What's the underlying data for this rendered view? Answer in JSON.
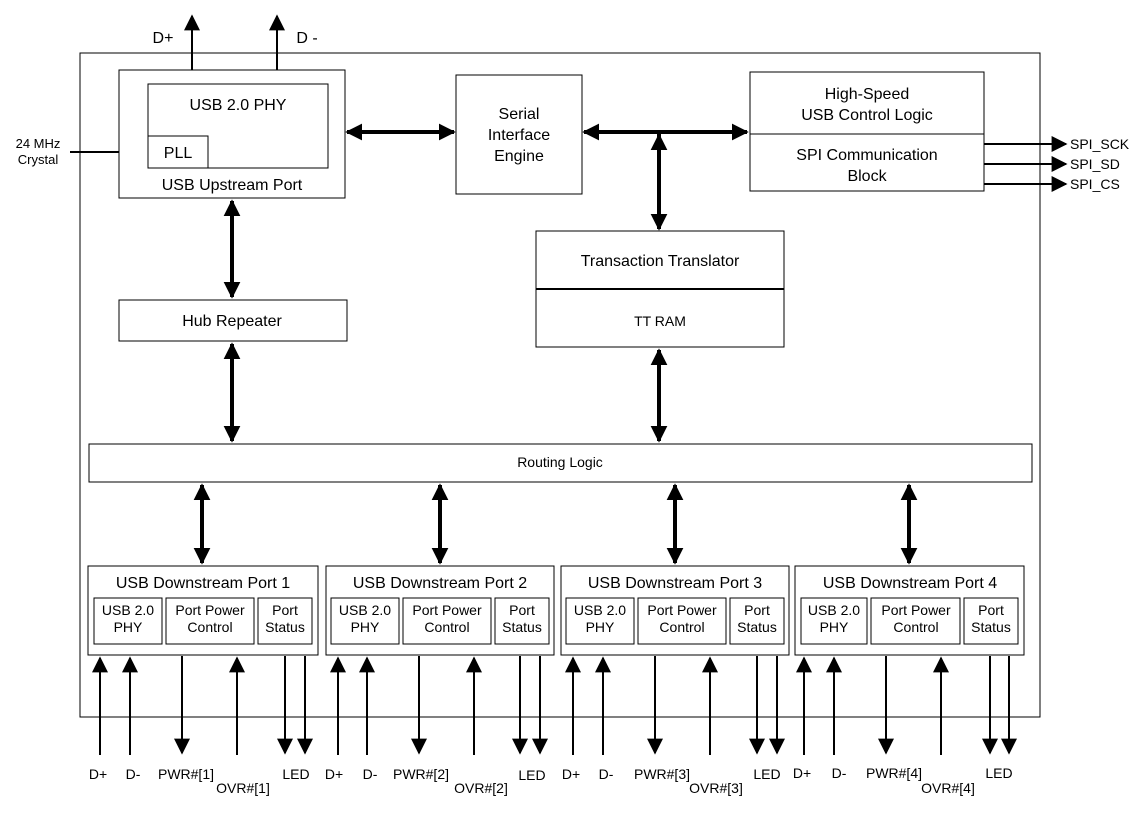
{
  "external": {
    "dplus": "D+",
    "dminus": "D -",
    "crystal_line1": "24 MHz",
    "crystal_line2": "Crystal"
  },
  "upstream": {
    "phy": "USB 2.0 PHY",
    "pll": "PLL",
    "port_label": "USB Upstream Port"
  },
  "sie": {
    "line1": "Serial",
    "line2": "Interface",
    "line3": "Engine"
  },
  "control": {
    "hs_line1": "High-Speed",
    "hs_line2": "USB Control Logic",
    "spi_line1": "SPI Communication",
    "spi_line2": "Block"
  },
  "spi_signals": [
    "SPI_SCK",
    "SPI_SD",
    "SPI_CS"
  ],
  "tt": {
    "title": "Transaction Translator",
    "ram": "TT RAM"
  },
  "hub_repeater": "Hub Repeater",
  "routing": "Routing Logic",
  "ports": [
    {
      "title": "USB Downstream Port 1",
      "phy": [
        "USB 2.0",
        "PHY"
      ],
      "ppc": [
        "Port Power",
        "Control"
      ],
      "ps": [
        "Port",
        "Status"
      ],
      "sig_dplus": "D+",
      "sig_dminus": "D-",
      "sig_pwr": "PWR#[1]",
      "sig_ovr": "OVR#[1]",
      "sig_led": "LED"
    },
    {
      "title": "USB Downstream Port 2",
      "phy": [
        "USB 2.0",
        "PHY"
      ],
      "ppc": [
        "Port Power",
        "Control"
      ],
      "ps": [
        "Port",
        "Status"
      ],
      "sig_dplus": "D+",
      "sig_dminus": "D-",
      "sig_pwr": "PWR#[2]",
      "sig_ovr": "OVR#[2]",
      "sig_led": "LED"
    },
    {
      "title": "USB Downstream Port 3",
      "phy": [
        "USB 2.0",
        "PHY"
      ],
      "ppc": [
        "Port Power",
        "Control"
      ],
      "ps": [
        "Port",
        "Status"
      ],
      "sig_dplus": "D+",
      "sig_dminus": "D-",
      "sig_pwr": "PWR#[3]",
      "sig_ovr": "OVR#[3]",
      "sig_led": "LED"
    },
    {
      "title": "USB Downstream Port 4",
      "phy": [
        "USB 2.0",
        "PHY"
      ],
      "ppc": [
        "Port Power",
        "Control"
      ],
      "ps": [
        "Port",
        "Status"
      ],
      "sig_dplus": "D+",
      "sig_dminus": "D-",
      "sig_pwr": "PWR#[4]",
      "sig_ovr": "OVR#[4]",
      "sig_led": "LED"
    }
  ]
}
